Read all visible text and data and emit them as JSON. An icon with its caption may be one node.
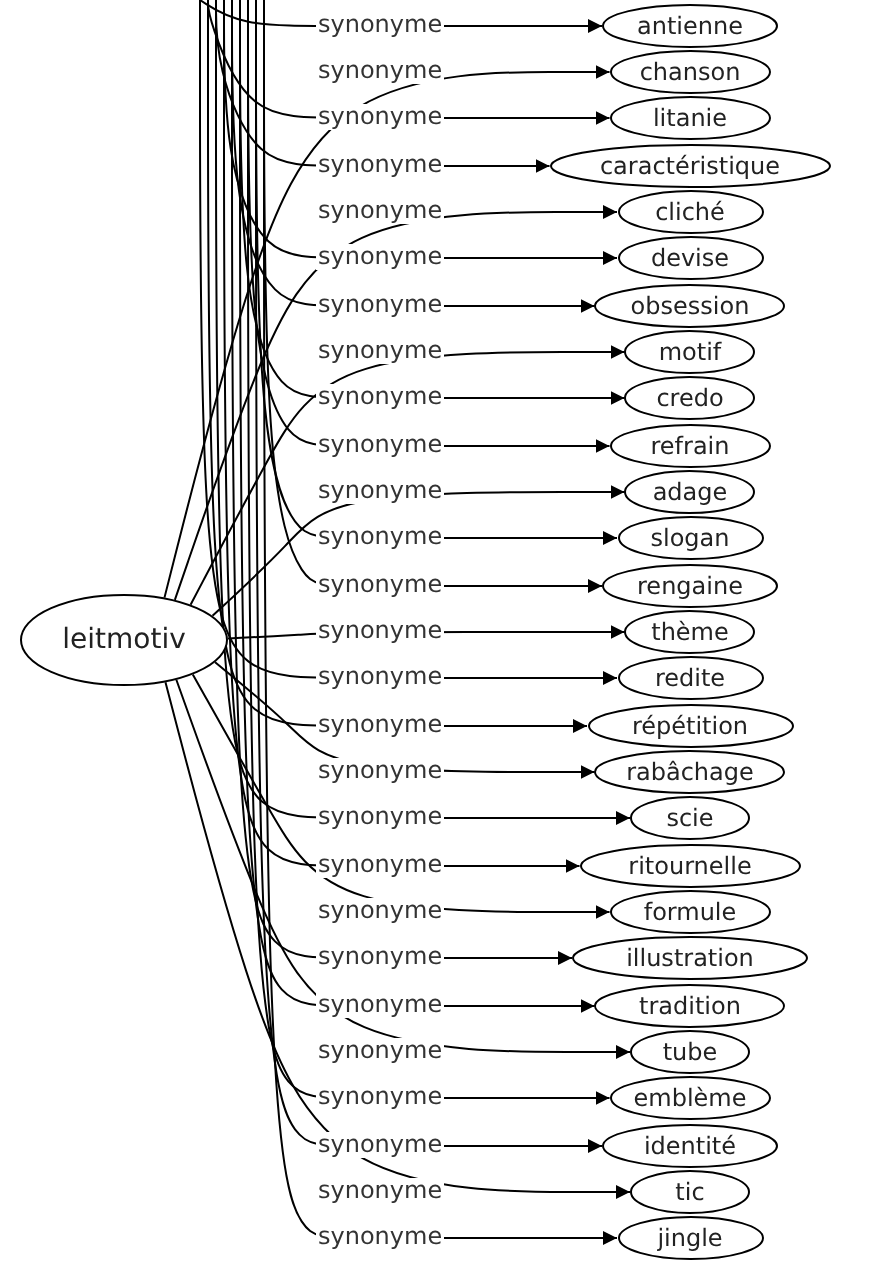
{
  "diagram": {
    "nodes": [
      {
        "text": [
          "leitmotiv"
        ]
      },
      {
        "text": [
          "antienne"
        ]
      },
      {
        "text": [
          "chanson"
        ]
      },
      {
        "text": [
          "litanie"
        ]
      },
      {
        "text": [
          "caractéristique"
        ]
      },
      {
        "text": [
          "cliché"
        ]
      },
      {
        "text": [
          "devise"
        ]
      },
      {
        "text": [
          "obsession"
        ]
      },
      {
        "text": [
          "motif"
        ]
      },
      {
        "text": [
          "credo"
        ]
      },
      {
        "text": [
          "refrain"
        ]
      },
      {
        "text": [
          "adage"
        ]
      },
      {
        "text": [
          "slogan"
        ]
      },
      {
        "text": [
          "rengaine"
        ]
      },
      {
        "text": [
          "thème"
        ]
      },
      {
        "text": [
          "redite"
        ]
      },
      {
        "text": [
          "répétition"
        ]
      },
      {
        "text": [
          "rabâchage"
        ]
      },
      {
        "text": [
          "scie"
        ]
      },
      {
        "text": [
          "ritournelle"
        ]
      },
      {
        "text": [
          "formule"
        ]
      },
      {
        "text": [
          "illustration"
        ]
      },
      {
        "text": [
          "tradition"
        ]
      },
      {
        "text": [
          "tube"
        ]
      },
      {
        "text": [
          "emblème"
        ]
      },
      {
        "text": [
          "identité"
        ]
      },
      {
        "text": [
          "tic"
        ]
      },
      {
        "text": [
          "jingle"
        ]
      }
    ],
    "edges": [
      {
        "from": null,
        "to": 1,
        "arrow": "to",
        "label": "synonyme"
      },
      {
        "from": 0,
        "to": 2,
        "arrow": "to",
        "label": "synonyme"
      },
      {
        "from": null,
        "to": 3,
        "arrow": "to",
        "label": "synonyme"
      },
      {
        "from": null,
        "to": 4,
        "arrow": "to",
        "label": "synonyme"
      },
      {
        "from": 0,
        "to": 5,
        "arrow": "to",
        "label": "synonyme"
      },
      {
        "from": null,
        "to": 6,
        "arrow": "to",
        "label": "synonyme"
      },
      {
        "from": null,
        "to": 7,
        "arrow": "to",
        "label": "synonyme"
      },
      {
        "from": 0,
        "to": 8,
        "arrow": "to",
        "label": "synonyme"
      },
      {
        "from": null,
        "to": 9,
        "arrow": "to",
        "label": "synonyme"
      },
      {
        "from": null,
        "to": 10,
        "arrow": "to",
        "label": "synonyme"
      },
      {
        "from": 0,
        "to": 11,
        "arrow": "to",
        "label": "synonyme"
      },
      {
        "from": null,
        "to": 12,
        "arrow": "to",
        "label": "synonyme"
      },
      {
        "from": null,
        "to": 13,
        "arrow": "to",
        "label": "synonyme"
      },
      {
        "from": 0,
        "to": 14,
        "arrow": "to",
        "label": "synonyme"
      },
      {
        "from": null,
        "to": 15,
        "arrow": "to",
        "label": "synonyme"
      },
      {
        "from": null,
        "to": 16,
        "arrow": "to",
        "label": "synonyme"
      },
      {
        "from": 0,
        "to": 17,
        "arrow": "to",
        "label": "synonyme"
      },
      {
        "from": null,
        "to": 18,
        "arrow": "to",
        "label": "synonyme"
      },
      {
        "from": null,
        "to": 19,
        "arrow": "to",
        "label": "synonyme"
      },
      {
        "from": 0,
        "to": 20,
        "arrow": "to",
        "label": "synonyme"
      },
      {
        "from": null,
        "to": 21,
        "arrow": "to",
        "label": "synonyme"
      },
      {
        "from": null,
        "to": 22,
        "arrow": "to",
        "label": "synonyme"
      },
      {
        "from": 0,
        "to": 23,
        "arrow": "to",
        "label": "synonyme"
      },
      {
        "from": null,
        "to": 24,
        "arrow": "to",
        "label": "synonyme"
      },
      {
        "from": null,
        "to": 25,
        "arrow": "to",
        "label": "synonyme"
      },
      {
        "from": 0,
        "to": 26,
        "arrow": "to",
        "label": "synonyme"
      },
      {
        "from": null,
        "to": 27,
        "arrow": "to",
        "label": "synonyme"
      }
    ]
  }
}
